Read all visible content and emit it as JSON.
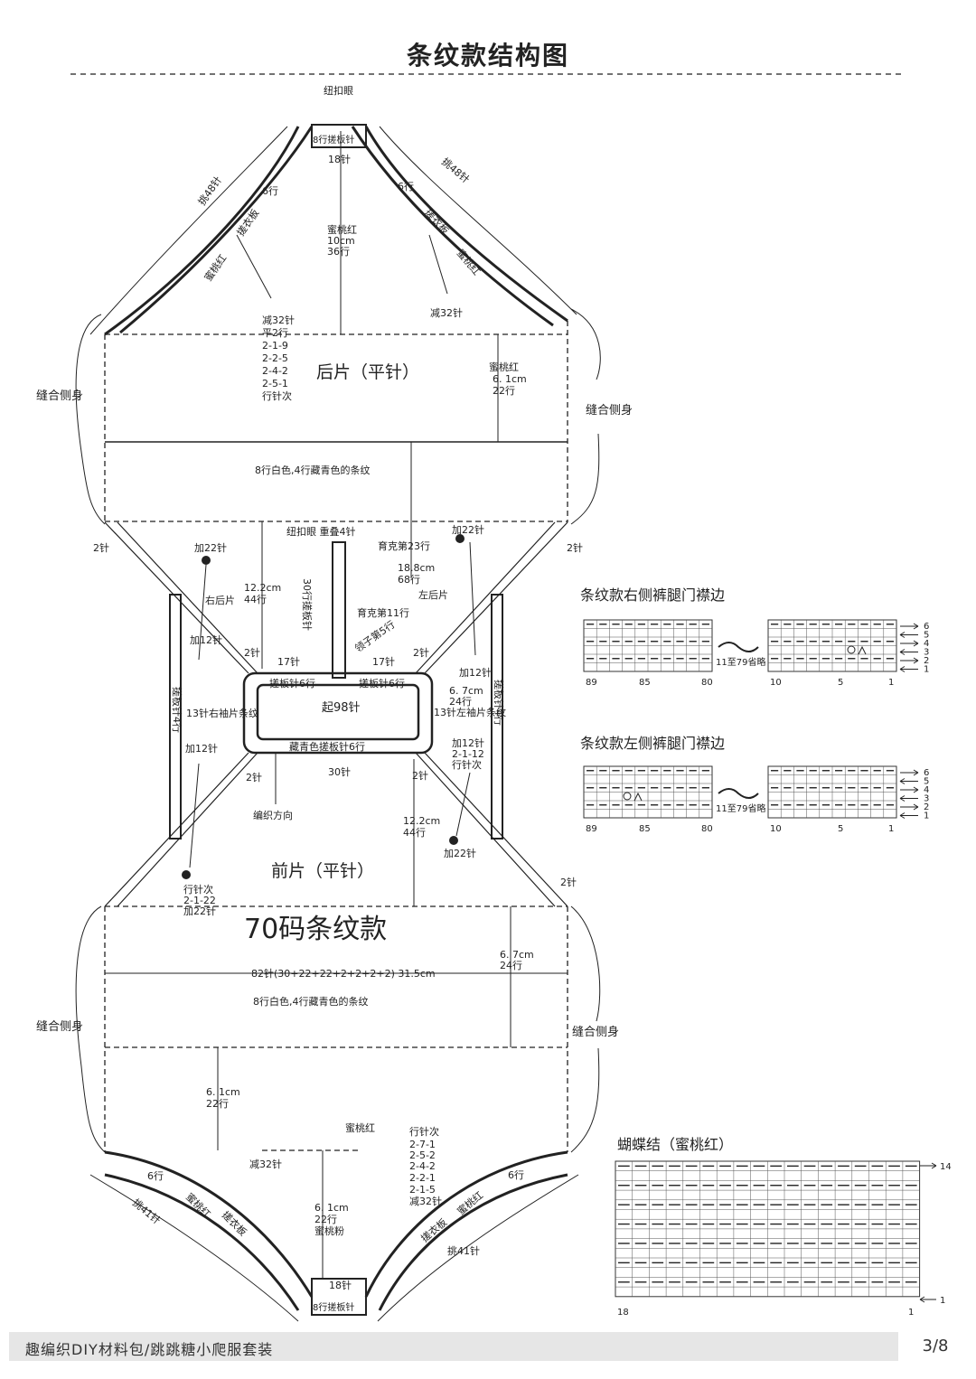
{
  "title": "条纹款结构图",
  "footer": {
    "text": "趣编织DIY材料包/跳跳糖小爬服套装",
    "page": "3/8"
  },
  "diagram": {
    "big_label": "70码条纹款",
    "back_piece": "后片（平针）",
    "front_piece": "前片（平针）",
    "start": "起98针",
    "knit_direction": "编织方向",
    "seam_side": "缝合侧身",
    "stripe_note": "8行白色,4行藏青色的条纹",
    "stripe_note_front": "8行白色,4行藏青色的条纹",
    "width_note": "82针(30+22+22+2+2+2+2) 31.5cm",
    "buttonhole": "纽扣眼",
    "top_8row": "8行搓板针",
    "top_18": "18针",
    "bottom_8row": "8行搓板针",
    "bottom_18": "18针",
    "peach": "蜜桃红",
    "peach_10cm": "10cm",
    "peach_36row": "36行",
    "peach_61": "6. 1cm",
    "peach_22row": "22行",
    "six_rows": "6行",
    "rib_board": "搓衣板",
    "pick48": "挑48针",
    "pick48_left": "挑48针",
    "pick41": "挑41针",
    "pick41_right": "挑41针",
    "dec32": "减32针",
    "dec32_right": "减32针",
    "dec_list_top": [
      "减32针",
      "平2行",
      "2-1-9",
      "2-2-5",
      "2-4-2",
      "2-5-1",
      "行针次"
    ],
    "dec_list_bottom": [
      "行针次",
      "2-7-1",
      "2-5-2",
      "2-4-2",
      "2-2-1",
      "2-1-5",
      "减32针"
    ],
    "two_needle": "2针",
    "inc22": "加22针",
    "inc12": "加12针",
    "right_back": "右后片",
    "left_back": "左后片",
    "m122": "12.2cm",
    "m44": "44行",
    "m188": "18.8cm",
    "m68": "68行",
    "btn_overlap": "纽扣眼 重叠4针",
    "yoke23": "育克第23行",
    "yoke11": "育克第11行",
    "collar5": "领子第5行",
    "row30": "30行搓板针",
    "btn_vertical": "纽扣眼",
    "n17": "17针",
    "rib6": "搓板针6行",
    "rib6_alt": "搓板针6行",
    "rib4": "搓板针4行",
    "navy_rib": "藏青色搓板针6行",
    "n30": "30针",
    "sleeve_r": "13针右袖片条纹",
    "sleeve_l": "13针左袖片条纹",
    "m67": "6. 7cm",
    "m24": "24行",
    "inc_seq_r": [
      "加12针",
      "2-1-12",
      "行针次"
    ],
    "inc_seq_l": [
      "行针次",
      "2-1-22",
      "加22针"
    ],
    "m61_front": "6. 1cm",
    "m22_front": "22行",
    "peach_pink": "蜜桃粉",
    "peach_61b": "6. 1cm",
    "peach_22b": "22行"
  },
  "charts": [
    {
      "title": "条纹款右侧裤腿门襟边",
      "cols_left": [
        "89",
        "85",
        "80"
      ],
      "cols_right": [
        "10",
        "5",
        "1"
      ],
      "omit": "11至79省略",
      "rows": [
        "6",
        "5",
        "4",
        "3",
        "2",
        "1"
      ]
    },
    {
      "title": "条纹款左侧裤腿门襟边",
      "cols_left": [
        "89",
        "85",
        "80"
      ],
      "cols_right": [
        "10",
        "5",
        "1"
      ],
      "omit": "11至79省略",
      "rows": [
        "6",
        "5",
        "4",
        "3",
        "2",
        "1"
      ]
    }
  ],
  "bow": {
    "title": "蝴蝶结（蜜桃红）",
    "top_row": "14",
    "bottom_row": "1",
    "left_col": "18",
    "right_col": "1"
  }
}
